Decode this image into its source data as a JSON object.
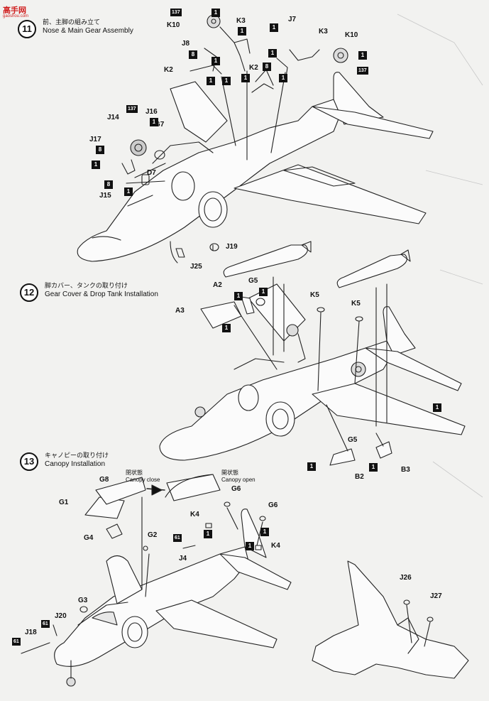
{
  "logo": {
    "text": "高手网",
    "sub": "gaoshou.com"
  },
  "step11": {
    "num": "11",
    "title_jp": "前、主脚の組み立て",
    "title_en": "Nose & Main Gear Assembly",
    "labels": [
      {
        "id": "K10a",
        "text": "K10"
      },
      {
        "id": "K3a",
        "text": "K3"
      },
      {
        "id": "J8",
        "text": "J8"
      },
      {
        "id": "K2a",
        "text": "K2"
      },
      {
        "id": "J7",
        "text": "J7"
      },
      {
        "id": "K3b",
        "text": "K3"
      },
      {
        "id": "K10b",
        "text": "K10"
      },
      {
        "id": "K2b",
        "text": "K2"
      },
      {
        "id": "J14",
        "text": "J14"
      },
      {
        "id": "J16",
        "text": "J16"
      },
      {
        "id": "G7",
        "text": "G7"
      },
      {
        "id": "J17",
        "text": "J17"
      },
      {
        "id": "D7",
        "text": "D7"
      },
      {
        "id": "J15",
        "text": "J15"
      },
      {
        "id": "J19",
        "text": "J19"
      },
      {
        "id": "J25",
        "text": "J25"
      }
    ]
  },
  "step12": {
    "num": "12",
    "title_jp": "脚カバー、タンクの取り付け",
    "title_en": "Gear Cover & Drop Tank Installation",
    "labels": [
      {
        "id": "A2",
        "text": "A2"
      },
      {
        "id": "G5a",
        "text": "G5"
      },
      {
        "id": "A3",
        "text": "A3"
      },
      {
        "id": "K5a",
        "text": "K5"
      },
      {
        "id": "K5b",
        "text": "K5"
      },
      {
        "id": "G5b",
        "text": "G5"
      },
      {
        "id": "B2",
        "text": "B2"
      },
      {
        "id": "B3",
        "text": "B3"
      }
    ]
  },
  "step13": {
    "num": "13",
    "title_jp": "キャノピーの取り付け",
    "title_en": "Canopy Installation",
    "canopy_close_jp": "閉状態",
    "canopy_close_en": "Canopy close",
    "canopy_open_jp": "開状態",
    "canopy_open_en": "Canopy open",
    "labels": [
      {
        "id": "G8",
        "text": "G8"
      },
      {
        "id": "G1",
        "text": "G1"
      },
      {
        "id": "G6a",
        "text": "G6"
      },
      {
        "id": "K4a",
        "text": "K4"
      },
      {
        "id": "G6b",
        "text": "G6"
      },
      {
        "id": "G4",
        "text": "G4"
      },
      {
        "id": "G2",
        "text": "G2"
      },
      {
        "id": "J4",
        "text": "J4"
      },
      {
        "id": "K4b",
        "text": "K4"
      },
      {
        "id": "G3",
        "text": "G3"
      },
      {
        "id": "J20",
        "text": "J20"
      },
      {
        "id": "J18",
        "text": "J18"
      },
      {
        "id": "J26",
        "text": "J26"
      },
      {
        "id": "J27",
        "text": "J27"
      }
    ]
  },
  "qty_one": "1",
  "qty_eight": "8",
  "code_137": "137",
  "code_61": "61"
}
